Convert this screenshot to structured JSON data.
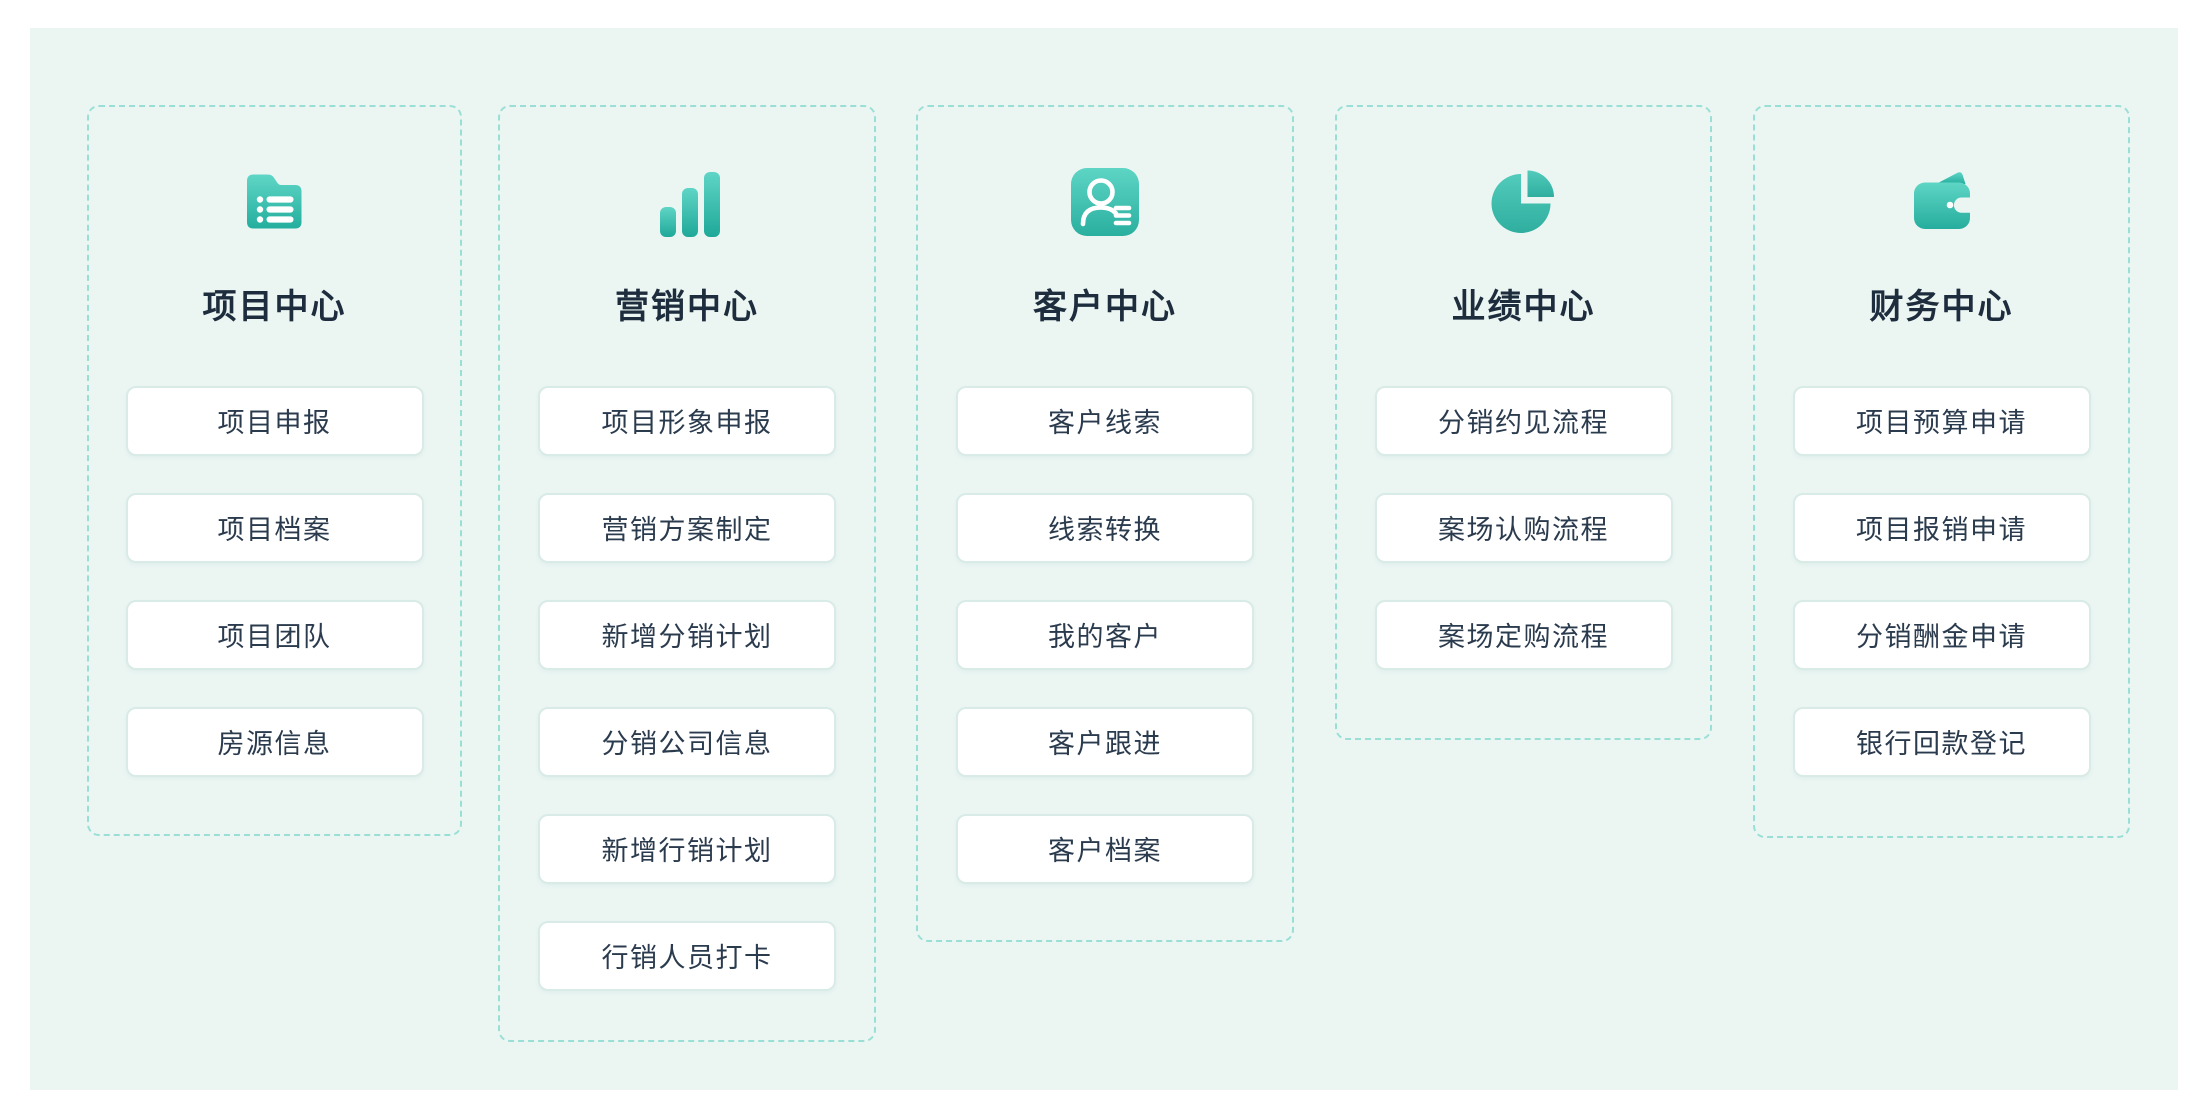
{
  "colors": {
    "page_background": "#ffffff",
    "panel_background": "#ebf6f3",
    "dashed_border": "#9adfd5",
    "title_text": "#1e2d3d",
    "item_text": "#2b3b4e",
    "item_border": "#d9ebe7",
    "item_background": "#ffffff",
    "icon_teal_light": "#5ed5c5",
    "icon_teal_dark": "#23ae9e"
  },
  "columns": [
    {
      "id": "project-center",
      "title": "项目中心",
      "icon": "folder-list-icon",
      "items": [
        "项目申报",
        "项目档案",
        "项目团队",
        "房源信息"
      ]
    },
    {
      "id": "marketing-center",
      "title": "营销中心",
      "icon": "bar-chart-icon",
      "items": [
        "项目形象申报",
        "营销方案制定",
        "新增分销计划",
        "分销公司信息",
        "新增行销计划",
        "行销人员打卡"
      ]
    },
    {
      "id": "customer-center",
      "title": "客户中心",
      "icon": "contact-card-icon",
      "items": [
        "客户线索",
        "线索转换",
        "我的客户",
        "客户跟进",
        "客户档案"
      ]
    },
    {
      "id": "performance-center",
      "title": "业绩中心",
      "icon": "pie-chart-icon",
      "items": [
        "分销约见流程",
        "案场认购流程",
        "案场定购流程"
      ]
    },
    {
      "id": "finance-center",
      "title": "财务中心",
      "icon": "wallet-icon",
      "items": [
        "项目预算申请",
        "项目报销申请",
        "分销酬金申请",
        "银行回款登记"
      ]
    }
  ]
}
